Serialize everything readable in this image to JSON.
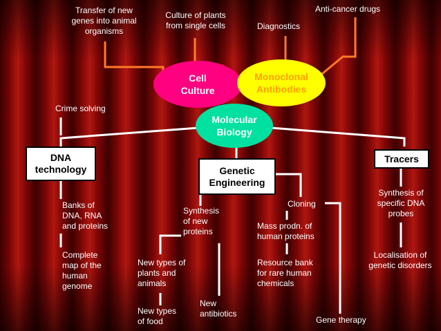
{
  "nodes": {
    "cell_culture": "Cell\nCulture",
    "monoclonal": "Monoclonal\nAntibodies",
    "molecular": "Molecular\nBiology",
    "dna_tech": "DNA\ntechnology",
    "genetic_eng": "Genetic\nEngineering",
    "tracers": "Tracers"
  },
  "labels": {
    "transfer": "Transfer of new\ngenes into animal\norganisms",
    "culture_plants": "Culture of plants\nfrom single cells",
    "diagnostics": "Diagnostics",
    "anti_cancer": "Anti-cancer drugs",
    "crime": "Crime solving",
    "banks": "Banks of\nDNA, RNA\nand proteins",
    "complete_map": "Complete\nmap of the\nhuman\ngenome",
    "synthesis_proteins": "Synthesis\nof new\nproteins",
    "new_types_plants": "New types of\nplants and\nanimals",
    "new_types_food": "New types\nof food",
    "new_antibiotics": "New\nantibiotics",
    "cloning": "Cloning",
    "mass_prodn": "Mass prodn. of\nhuman proteins",
    "resource_bank": "Resource bank\nfor rare human\nchemicals",
    "gene_therapy": "Gene therapy",
    "synthesis_dna": "Synthesis of\nspecific DNA\nprobes",
    "localisation": "Localisation of\ngenetic disorders"
  },
  "colors": {
    "cell_culture": "#ff0080",
    "monoclonal": "#ffff00",
    "monoclonal_text": "#ffa000",
    "molecular": "#00e0a0",
    "connector_orange": "#ff7a2a",
    "connector_white": "#ffffff"
  }
}
